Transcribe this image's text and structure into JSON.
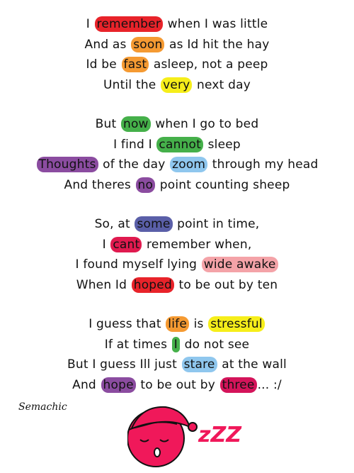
{
  "poem": {
    "stanzas": [
      {
        "lines": [
          {
            "before": "I ",
            "hl": "remember",
            "color": "red",
            "after": " when I was little"
          },
          {
            "before": "And as ",
            "hl": "soon",
            "color": "orange",
            "after": " as Id hit the hay"
          },
          {
            "before": "Id be ",
            "hl": "fast",
            "color": "orange",
            "after": " asleep, not a peep"
          },
          {
            "before": "Until the ",
            "hl": "very",
            "color": "yellow",
            "after": " next day"
          }
        ]
      },
      {
        "lines": [
          {
            "before": "But ",
            "hl": "now",
            "color": "green",
            "after": " when I go to bed"
          },
          {
            "before": "I find I ",
            "hl": "cannot",
            "color": "green",
            "after": " sleep"
          },
          {
            "before": "",
            "hl": "Thoughts",
            "color": "purple",
            "after": " of the day ",
            "hl2": "zoom",
            "color2": "blue",
            "after2": " through my head"
          },
          {
            "before": "And theres ",
            "hl": "no",
            "color": "purple",
            "after": " point counting sheep"
          }
        ]
      },
      {
        "lines": [
          {
            "before": "So, at ",
            "hl": "some",
            "color": "navy",
            "after": " point in time,"
          },
          {
            "before": "I ",
            "hl": "cant",
            "color": "crimson",
            "after": " remember when,"
          },
          {
            "before": "I found myself lying ",
            "hl": "wide awake",
            "color": "pink",
            "after": ""
          },
          {
            "before": "When Id ",
            "hl": "hoped",
            "color": "red",
            "after": " to be out by ten"
          }
        ]
      },
      {
        "lines": [
          {
            "before": "I guess that ",
            "hl": "life",
            "color": "orange",
            "after": " is ",
            "hl2": "stressful",
            "color2": "yellow",
            "after2": ""
          },
          {
            "before": "If at times ",
            "hl": "I",
            "color": "green",
            "after": " do not see"
          },
          {
            "before": "But I guess Ill just ",
            "hl": "stare",
            "color": "blue",
            "after": " at the wall"
          },
          {
            "before": "And ",
            "hl": "hope",
            "color": "purple",
            "after": " to be out by ",
            "hl2": "three",
            "color2": "magenta",
            "after2": "... :/"
          }
        ]
      }
    ]
  },
  "signature": "Semachic",
  "zzz": "zZZ",
  "colors": {
    "face": "#f0185a",
    "stroke": "#111111"
  }
}
